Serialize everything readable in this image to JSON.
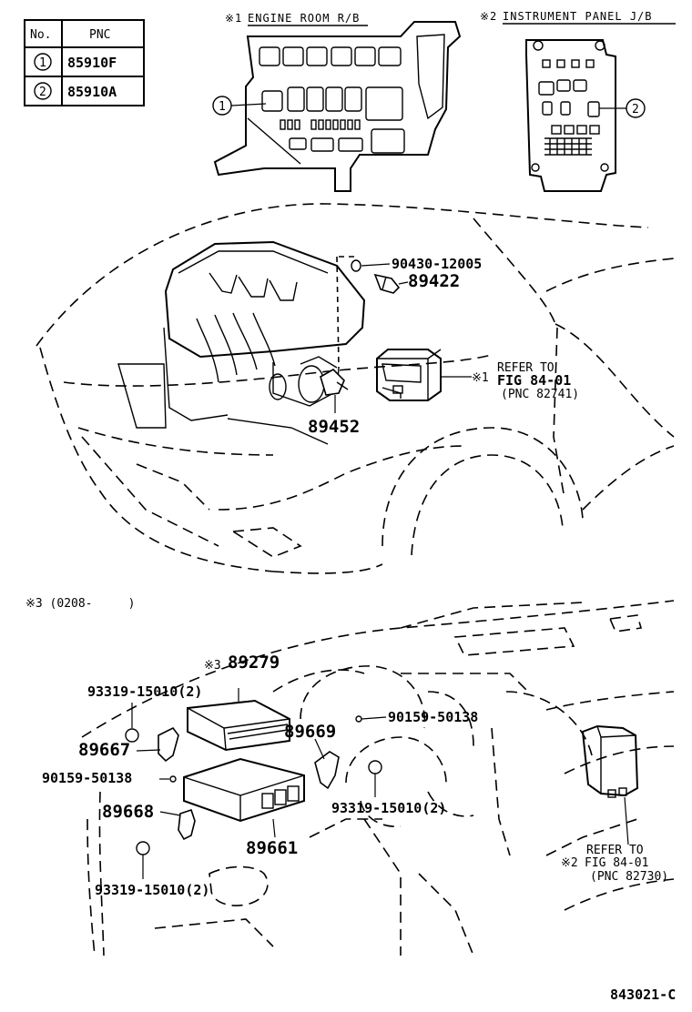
{
  "pnc_table": {
    "header_no": "No.",
    "header_pnc": "PNC",
    "rows": [
      {
        "no": "1",
        "pnc": "85910F"
      },
      {
        "no": "2",
        "pnc": "85910A"
      }
    ]
  },
  "headers": {
    "engine_room_mark": "※1",
    "engine_room": "ENGINE ROOM R/B",
    "instrument_panel_mark": "※2",
    "instrument_panel": "INSTRUMENT PANEL J/B"
  },
  "callouts": {
    "c1": "1",
    "c2": "2"
  },
  "parts": {
    "p90430": "90430-12005",
    "p89422": "89422",
    "p89452": "89452",
    "ref1_mark": "※1",
    "ref1_l1": "REFER TO",
    "ref1_l2": "FIG 84-01",
    "ref1_l3": "(PNC 82741)",
    "note3": "※3 (0208-     )",
    "p89279_mark": "※3",
    "p89279": "89279",
    "p93319_a": "93319-15010(2)",
    "p89667": "89667",
    "p90159_a": "90159-50138",
    "p89668": "89668",
    "p89661": "89661",
    "p93319_c": "93319-15010(2)",
    "p89669": "89669",
    "p90159_b": "90159-50138",
    "p93319_b": "93319-15010(2)",
    "ref2_l1": "REFER TO",
    "ref2_mark": "※2",
    "ref2_l2": "FIG 84-01",
    "ref2_l3": "(PNC 82730)",
    "diagram_no": "843021-C"
  }
}
